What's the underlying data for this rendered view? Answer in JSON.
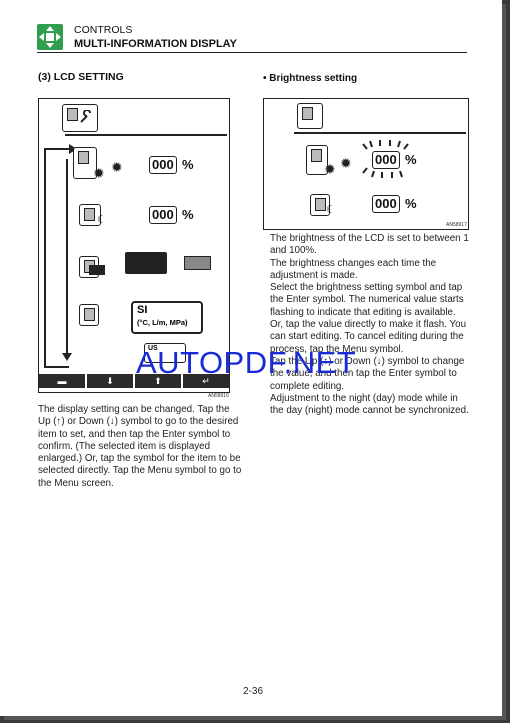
{
  "header": {
    "section": "CONTROLS",
    "title": "MULTI-INFORMATION DISPLAY"
  },
  "left": {
    "heading": "(3) LCD SETTING",
    "fig": {
      "value1": "000",
      "value2": "000",
      "percent": "%",
      "units_si": "SI",
      "units_desc": "(°C, L/m, MPa)",
      "units_us": "US",
      "fig_code": "AN58916"
    },
    "buttons": [
      "▬",
      "⬇",
      "⬆",
      "↵"
    ],
    "paragraph": "The display setting can be changed. Tap the Up (↑) or Down (↓) symbol to go to the desired item to set, and then tap the Enter symbol to confirm. (The selected item is displayed enlarged.) Or, tap the symbol for the item to be selected directly. Tap the Menu symbol to go to the Menu screen."
  },
  "right": {
    "heading": "• Brightness setting",
    "fig": {
      "value1": "000",
      "value2": "000",
      "percent": "%",
      "fig_code": "AN58917"
    },
    "paragraph": "The brightness of the LCD is set to between 1 and 100%.\nThe brightness changes each time the adjustment is made.\nSelect the brightness setting symbol and tap the Enter symbol. The numerical value starts flashing to indicate that editing is available. Or, tap the value directly to make it flash. You can start editing. To cancel editing during the process, tap the Menu symbol.\nTap the Up (↑) or Down (↓) symbol to change the value, and then tap the Enter symbol to complete editing.\nAdjustment to the night (day) mode while in the day (night) mode cannot be synchronized."
  },
  "watermark": "AUTOPDF.NET",
  "page_number": "2-36",
  "colors": {
    "header_icon": "#2f9e4f",
    "watermark": "#1a2bd6"
  }
}
